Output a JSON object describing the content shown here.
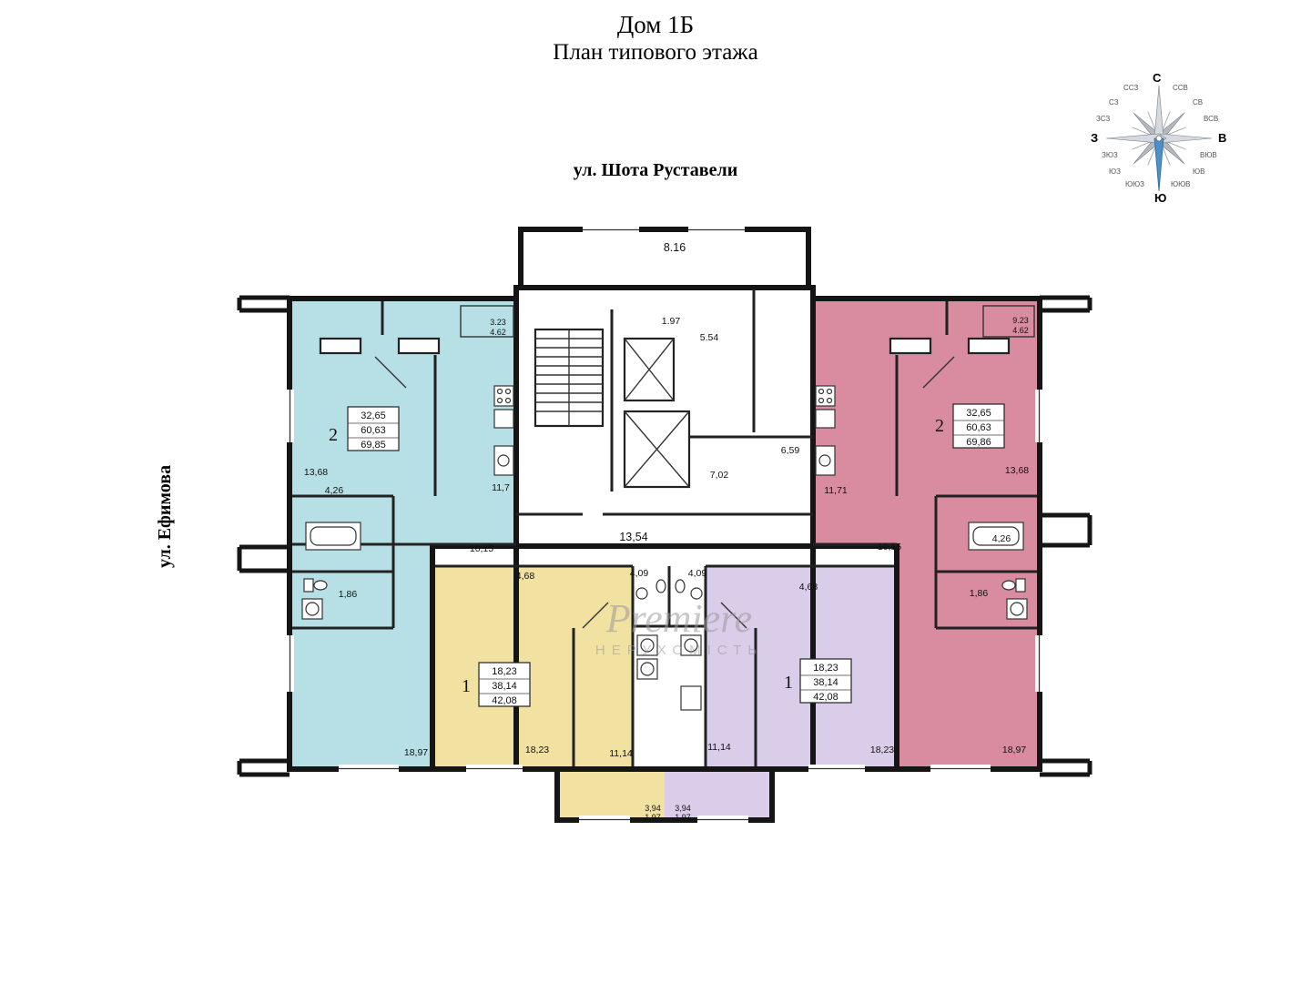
{
  "header": {
    "title": "Дом 1Б",
    "subtitle": "План типового этажа"
  },
  "streets": {
    "top": "ул. Шота Руставели",
    "left": "ул. Ефимова"
  },
  "watermark": {
    "brand": "Premiere",
    "tagline": "НЕРУХОМІСТЬ"
  },
  "compass": {
    "n": "С",
    "s": "Ю",
    "e": "В",
    "w": "З",
    "ne": "СВ",
    "nw": "СЗ",
    "se": "ЮВ",
    "sw": "ЮЗ",
    "nne": "ССВ",
    "nnw": "ССЗ",
    "ene": "ВСВ",
    "wnw": "ЗСЗ",
    "ese": "ВЮВ",
    "wsw": "ЗЮЗ",
    "sse": "ЮЮВ",
    "ssw": "ЮЮЗ"
  },
  "colors": {
    "apt2_left": "#b7e0e6",
    "apt2_right": "#d98ba0",
    "apt1_left": "#f2e2a2",
    "apt1_right": "#d9cdea"
  },
  "apartments": {
    "left2": {
      "number": "2",
      "areas": [
        "32,65",
        "60,63",
        "69,85"
      ]
    },
    "right2": {
      "number": "2",
      "areas": [
        "32,65",
        "60,63",
        "69,86"
      ]
    },
    "left1": {
      "number": "1",
      "areas": [
        "18,23",
        "38,14",
        "42,08"
      ]
    },
    "right1": {
      "number": "1",
      "areas": [
        "18,23",
        "38,14",
        "42,08"
      ]
    }
  },
  "dims": {
    "top_width": "8.16",
    "stair_width": "1.97",
    "hall_554": "5.54",
    "loggia_left_w": "3.23",
    "loggia_left_a": "4.62",
    "loggia_right_w": "9.23",
    "loggia_right_a": "4.62",
    "room_left_1368": "13,68",
    "bath_left_426": "4,26",
    "kitchen_left": "11,7",
    "kitchen_right": "11,71",
    "hall_659": "6,59",
    "hall_702": "7,02",
    "corridor_1354": "13,54",
    "room_left_1015": "10,15",
    "room_right_1015": "10,15",
    "wc_left": "1,86",
    "wc_right": "1,86",
    "hall_left_468": "4,68",
    "hall_right_468": "4,68",
    "bath_left_409": "4,09",
    "bath_right_409": "4,09",
    "room_right_1368": "13,68",
    "bath_right_426": "4,26",
    "w_left_1897": "18,97",
    "w_left_1823": "18,23",
    "w_left_1114": "11,14",
    "w_right_1114": "11,14",
    "w_right_1823": "18,23",
    "w_right_1897": "18,97",
    "balc_left_394": "3,94",
    "balc_left_197": "1,97",
    "balc_right_394": "3,94",
    "balc_right_197": "1,97"
  }
}
